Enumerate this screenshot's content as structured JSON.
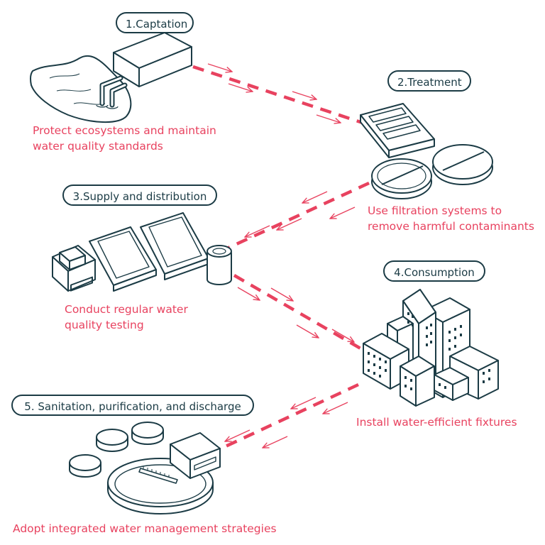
{
  "colors": {
    "ink": "#1b3b45",
    "accent": "#e8425f",
    "background": "#ffffff"
  },
  "steps": [
    {
      "label": "1.Captation",
      "note": "Protect ecosystems and maintain\nwater quality standards"
    },
    {
      "label": "2.Treatment",
      "note": "Use filtration systems to\nremove harmful contaminants"
    },
    {
      "label": "3.Supply and distribution",
      "note": "Conduct regular water\nquality testing"
    },
    {
      "label": "4.Consumption",
      "note": "Install water-efficient fixtures"
    },
    {
      "label": "5. Sanitation, purification, and discharge",
      "note": "Adopt integrated water management strategies"
    }
  ]
}
